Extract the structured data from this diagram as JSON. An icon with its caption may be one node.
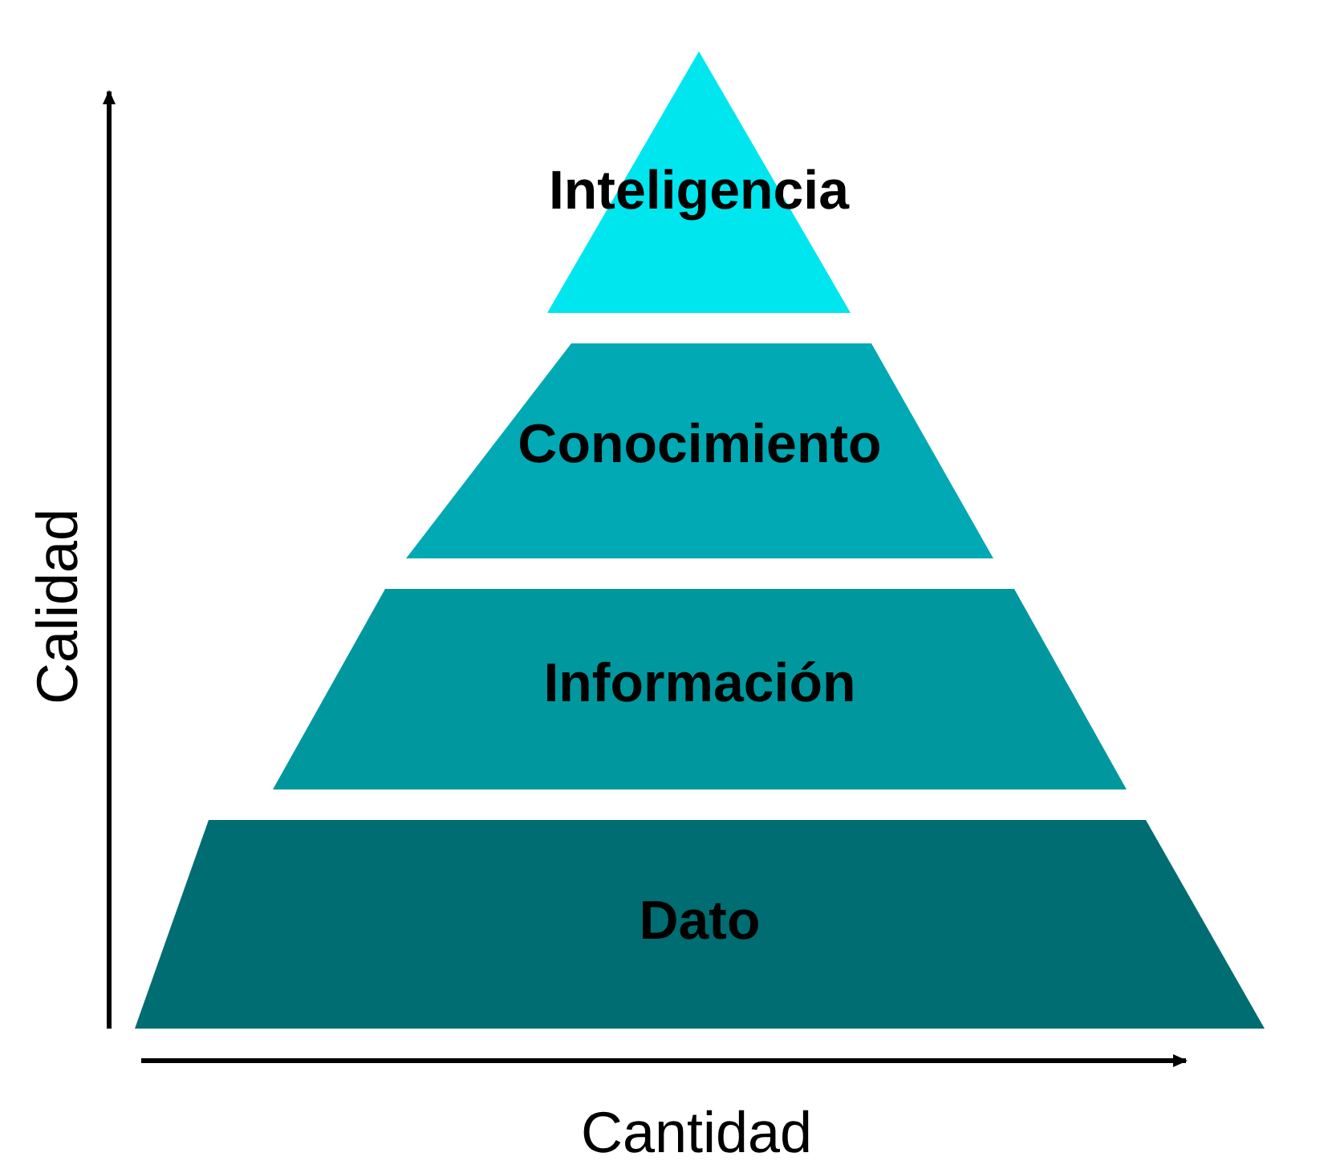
{
  "diagram": {
    "nodes": [
      {
        "text": [
          "Inteligencia"
        ]
      },
      {
        "text": [
          "Conocimiento"
        ]
      },
      {
        "text": [
          "Información"
        ]
      },
      {
        "text": [
          "Dato"
        ]
      }
    ],
    "labels": [
      "Calidad",
      "Cantidad"
    ]
  }
}
